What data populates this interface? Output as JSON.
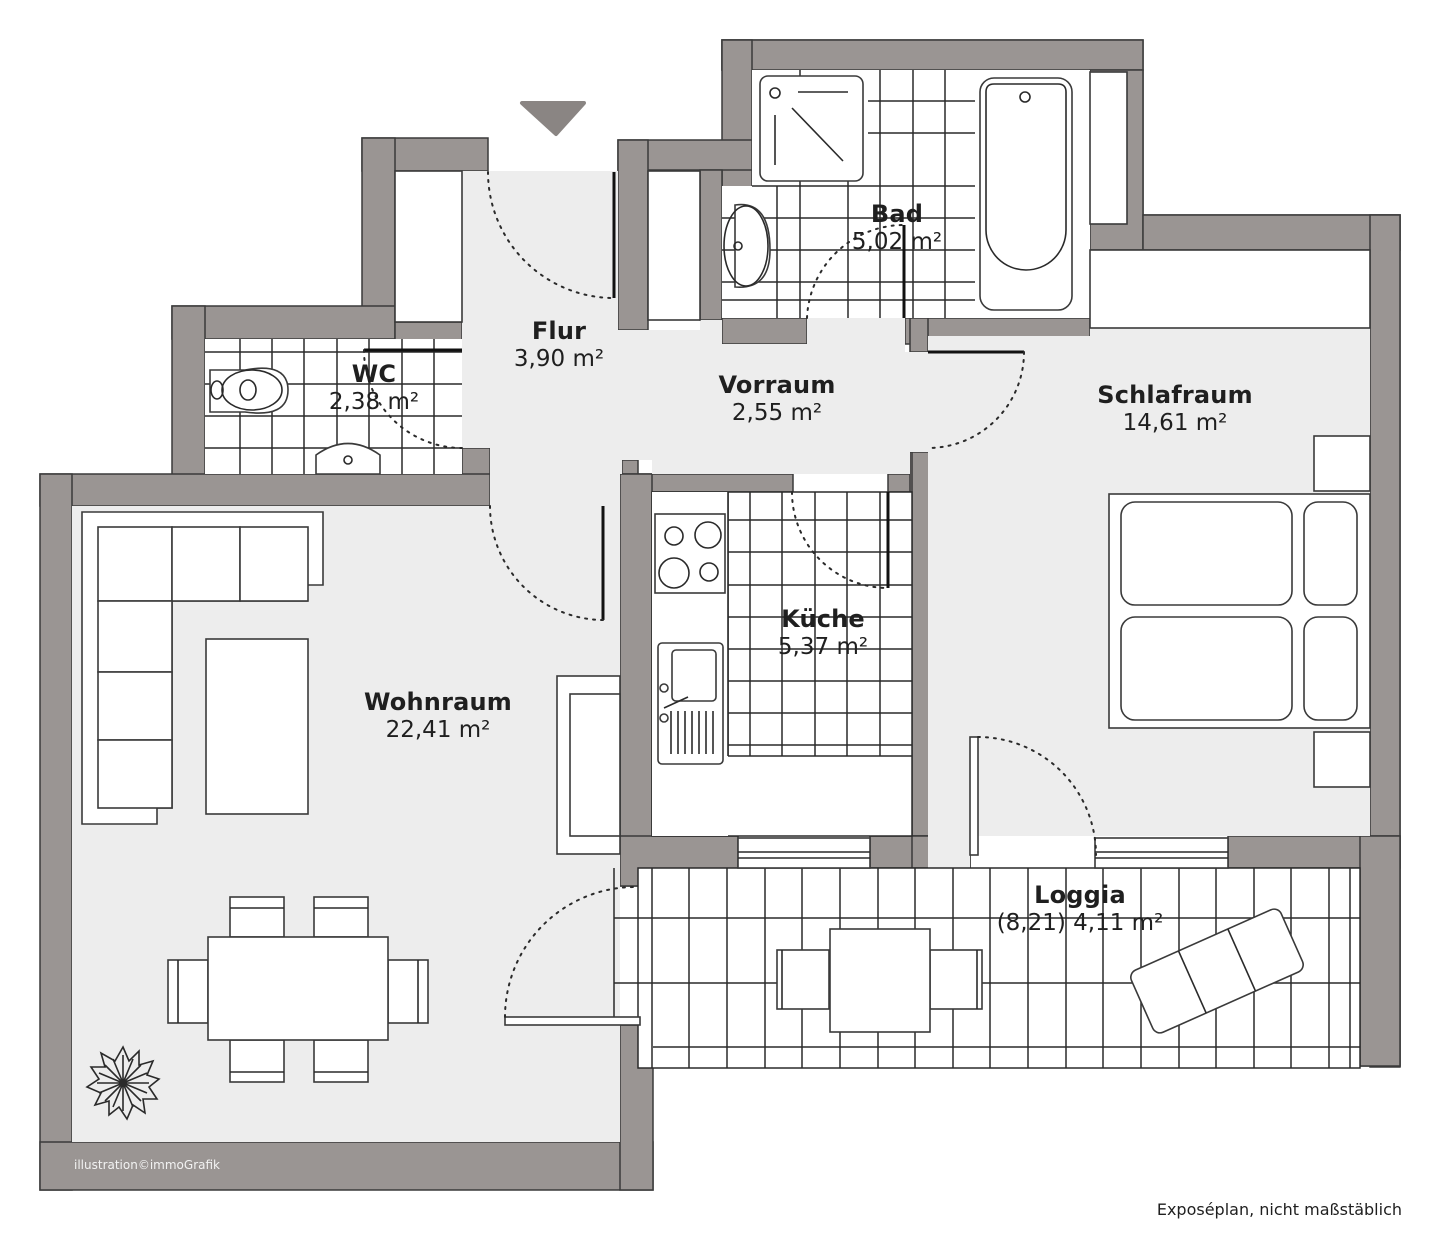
{
  "plan": {
    "entrance_marker": "entrance-arrow",
    "rooms": [
      {
        "id": "flur",
        "name": "Flur",
        "area": "3,90 m²"
      },
      {
        "id": "bad",
        "name": "Bad",
        "area": "5,02 m²"
      },
      {
        "id": "wc",
        "name": "WC",
        "area": "2,38 m²"
      },
      {
        "id": "vorraum",
        "name": "Vorraum",
        "area": "2,55 m²"
      },
      {
        "id": "schlafraum",
        "name": "Schlafraum",
        "area": "14,61 m²"
      },
      {
        "id": "kueche",
        "name": "Küche",
        "area": "5,37 m²"
      },
      {
        "id": "wohnraum",
        "name": "Wohnraum",
        "area": "22,41 m²"
      },
      {
        "id": "loggia",
        "name": "Loggia",
        "area": "(8,21) 4,11 m²"
      }
    ],
    "credit": "illustration©immoGrafik",
    "footer_note": "Exposéplan, nicht maßstäblich",
    "colors": {
      "wall": "#9a9593",
      "floor": "#ededed",
      "tile_floor": "#ffffff",
      "line": "#2a2a2a"
    }
  }
}
